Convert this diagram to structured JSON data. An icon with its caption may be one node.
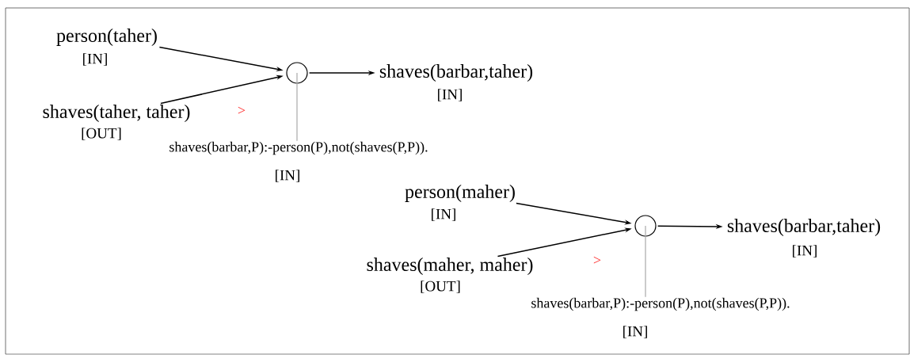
{
  "diagram": {
    "nodes": [
      {
        "text": [
          "person(taher)"
        ],
        "beside": [
          "[IN]"
        ]
      },
      {
        "text": [
          "shaves(taher, taher)"
        ],
        "beside": [
          "[OUT]"
        ]
      },
      {
        "text": [],
        "shape": "circle"
      },
      {
        "text": [
          "shaves(barbar,taher)"
        ],
        "beside": [
          "[IN]"
        ]
      },
      {
        "text": [
          "shaves(barbar,P):-person(P),not(shaves(P,P))."
        ],
        "beside": [
          "[IN]"
        ]
      },
      {
        "text": [
          "person(maher)"
        ],
        "beside": [
          "[IN]"
        ]
      },
      {
        "text": [
          "shaves(maher, maher)"
        ],
        "beside": [
          "[OUT]"
        ]
      },
      {
        "text": [],
        "shape": "circle"
      },
      {
        "text": [
          "shaves(barbar,taher)"
        ],
        "beside": [
          "[IN]"
        ]
      },
      {
        "text": [
          "shaves(barbar,P):-person(P),not(shaves(P,P))."
        ],
        "beside": [
          "[IN]"
        ]
      }
    ],
    "edges": [
      {
        "from": 0,
        "to": 2,
        "arrow": "to"
      },
      {
        "from": 1,
        "to": 2,
        "arrow": "to"
      },
      {
        "from": 2,
        "to": 3,
        "arrow": "to"
      },
      {
        "from": 4,
        "to": 2,
        "arrow": "none",
        "color": "#aaaaaa"
      },
      {
        "from": 5,
        "to": 7,
        "arrow": "to"
      },
      {
        "from": 6,
        "to": 7,
        "arrow": "to"
      },
      {
        "from": 7,
        "to": 8,
        "arrow": "to"
      },
      {
        "from": 9,
        "to": 7,
        "arrow": "none",
        "color": "#aaaaaa"
      }
    ],
    "labels": [
      ">",
      ">"
    ]
  }
}
